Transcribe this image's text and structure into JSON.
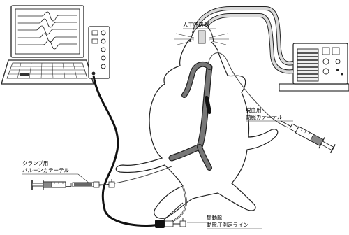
{
  "labels": {
    "ventilator": "人工呼吸器",
    "blood_catheter_line1": "脱血用",
    "blood_catheter_line2": "動脈カテーテル",
    "clamp_catheter_line1": "クランプ用",
    "clamp_catheter_line2": "バルーンカテーテル",
    "tail_line1": "尾動脈",
    "tail_line2": "動脈圧測定ライン"
  },
  "colors": {
    "ink": "#222222",
    "tube_fill": "#d9d9d9",
    "vessel": "#555555",
    "screen_bg": "#ffffff",
    "cable": "#111111"
  },
  "icons": {
    "monitor": "computer-monitor-icon",
    "ventilator": "ventilator-icon",
    "syringe": "syringe-icon",
    "rat": "rat-body-icon"
  }
}
